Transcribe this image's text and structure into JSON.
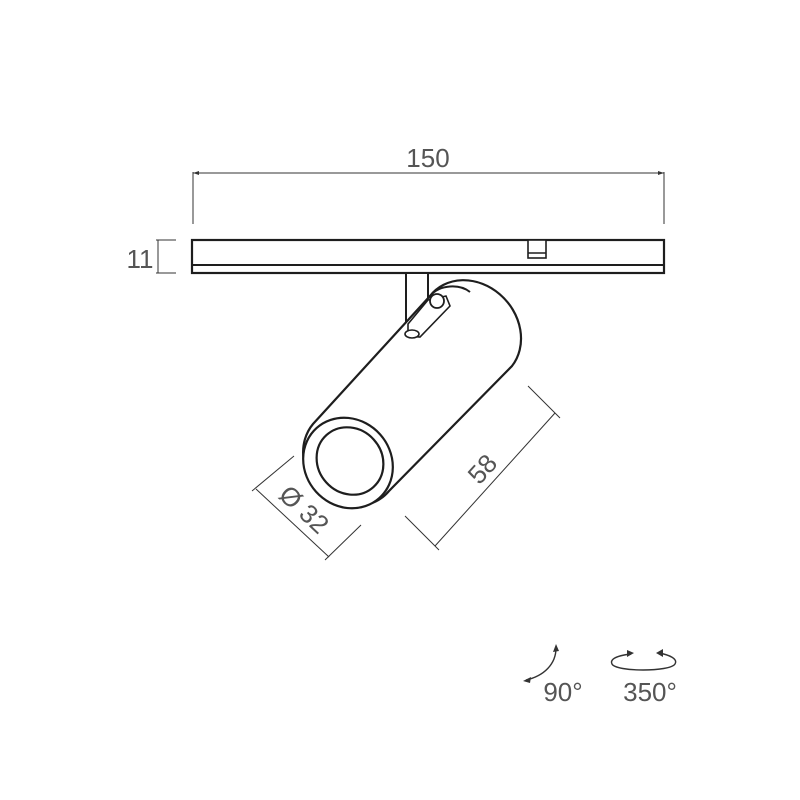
{
  "dimensions": {
    "width_label": "150",
    "height_label": "11",
    "length_label": "58",
    "diameter_label": "Ø 32"
  },
  "rotation": {
    "tilt_label": "90°",
    "pan_label": "350°"
  }
}
